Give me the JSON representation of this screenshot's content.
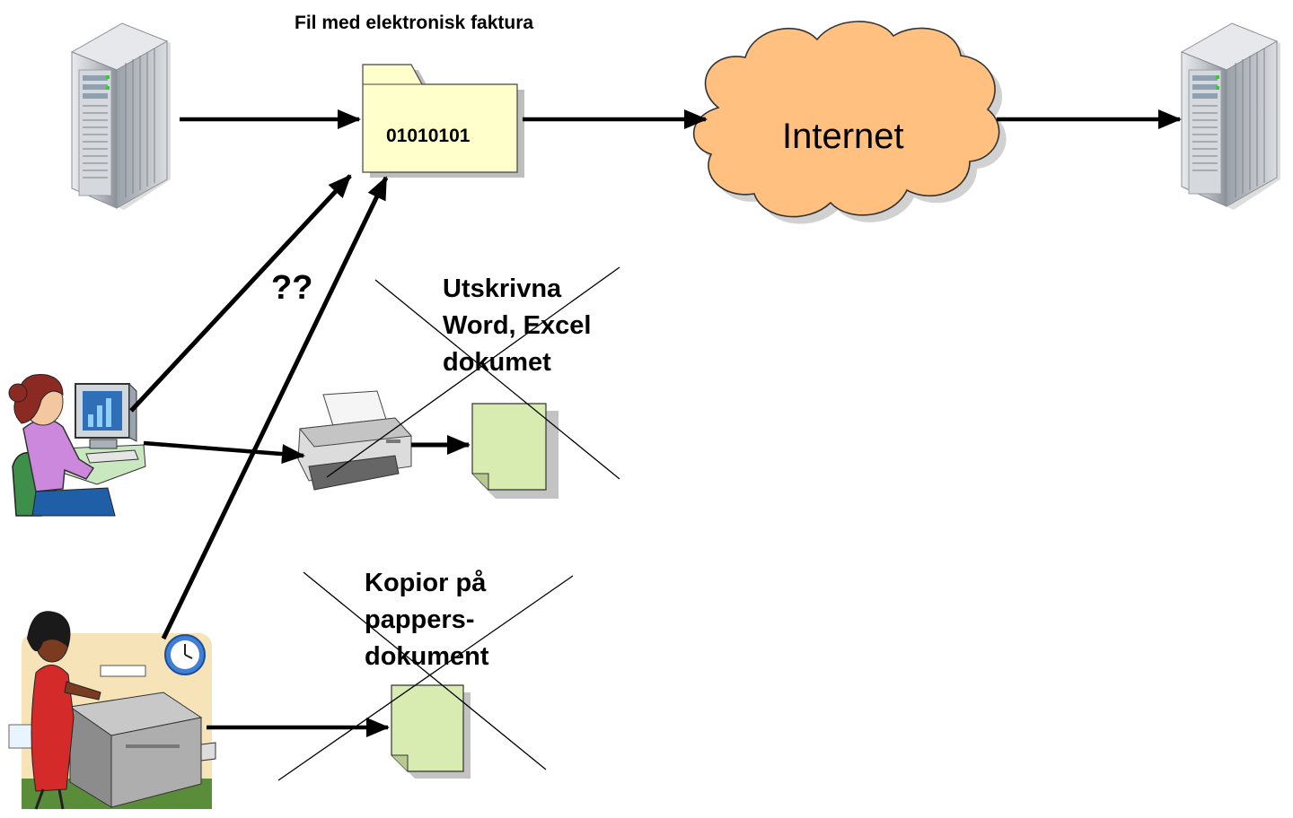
{
  "diagram": {
    "folder": {
      "title": "Fil med elektronisk faktura",
      "code": "01010101"
    },
    "cloud": {
      "label": "Internet"
    },
    "question": "??",
    "printed": {
      "lines": [
        "Utskrivna",
        "Word, Excel",
        "dokumet"
      ]
    },
    "copies": {
      "lines": [
        "Kopior på",
        "pappers-",
        "dokument"
      ]
    },
    "colors": {
      "folder_fill": "#FFFFCC",
      "cloud_fill": "#FFC080",
      "page_fill": "#D8EBB0",
      "arrow": "#000000",
      "server_body": "#C8CBD0"
    },
    "icons": [
      "server-icon",
      "folder-icon",
      "cloud-icon",
      "printer-icon",
      "document-icon",
      "office-worker-icon",
      "copier-worker-icon",
      "clock-icon"
    ]
  }
}
